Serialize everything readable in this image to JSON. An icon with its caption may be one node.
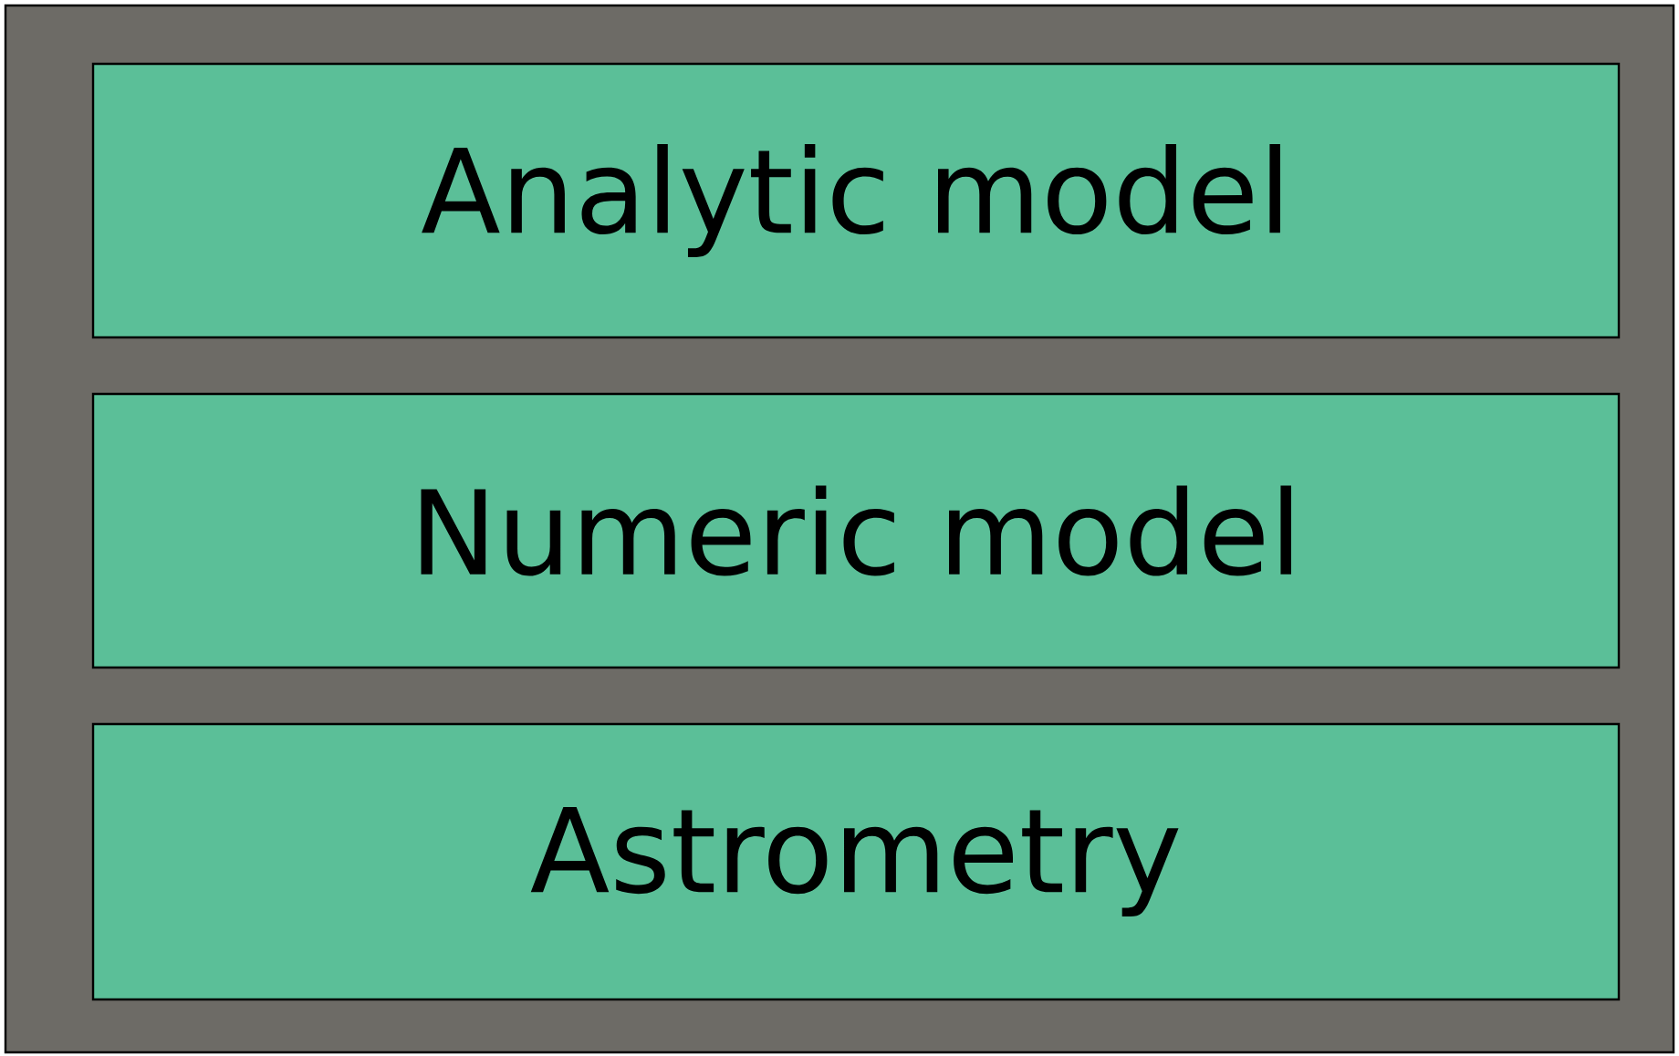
{
  "diagram": {
    "nodes": [
      {
        "text": [],
        "shape": "box"
      },
      {
        "text": [
          "Analytic model"
        ],
        "in": 0
      },
      {
        "text": [
          "Numeric model"
        ],
        "in": 0
      },
      {
        "text": [
          "Astrometry"
        ],
        "in": 0
      }
    ]
  }
}
